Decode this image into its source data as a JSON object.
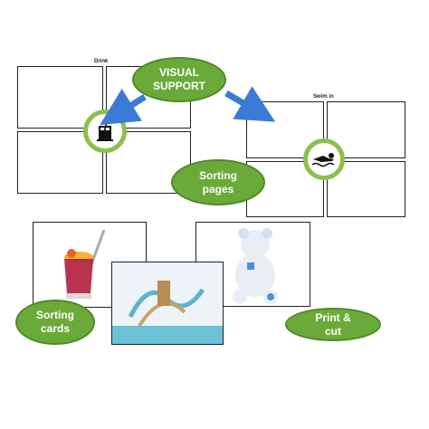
{
  "callouts": {
    "visual_support": "VISUAL SUPPORT",
    "sorting_pages": "Sorting pages",
    "sorting_cards": "Sorting cards",
    "print_cut": "Print & cut"
  },
  "pages": {
    "left_label": "Drink",
    "right_label": "Swim in"
  },
  "colors": {
    "oval_fill": "#6aaa39",
    "ring": "#8cc04e",
    "arrow": "#3a7bd5"
  },
  "icons": {
    "drink": "drink-glass-icon",
    "swim": "swimmer-icon"
  }
}
